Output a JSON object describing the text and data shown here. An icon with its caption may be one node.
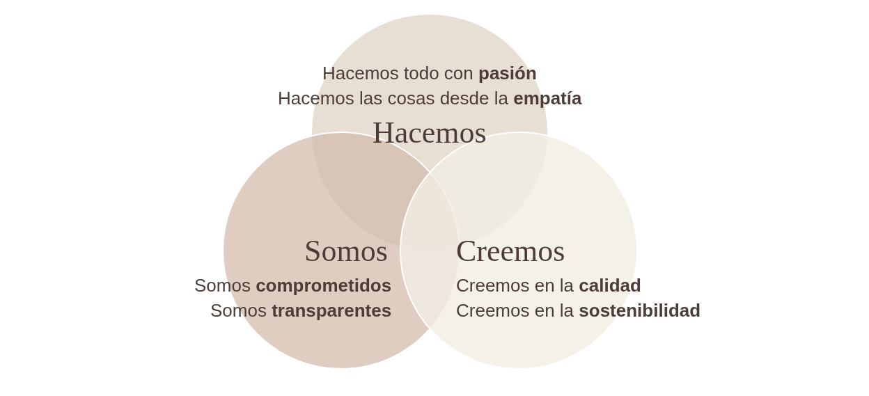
{
  "diagram": {
    "nodes": [
      {
        "text": [
          "Hacemos todo con **pasión**",
          "Hacemos las cosas desde la **empatía**",
          "Hacemos"
        ]
      },
      {
        "text": [
          "Somos",
          "Somos **comprometidos**",
          "Somos **transparentes**"
        ]
      },
      {
        "text": [
          "Creemos",
          "Creemos en la **calidad**",
          "Creemos en la **sostenibilidad**"
        ]
      }
    ],
    "edges": []
  }
}
